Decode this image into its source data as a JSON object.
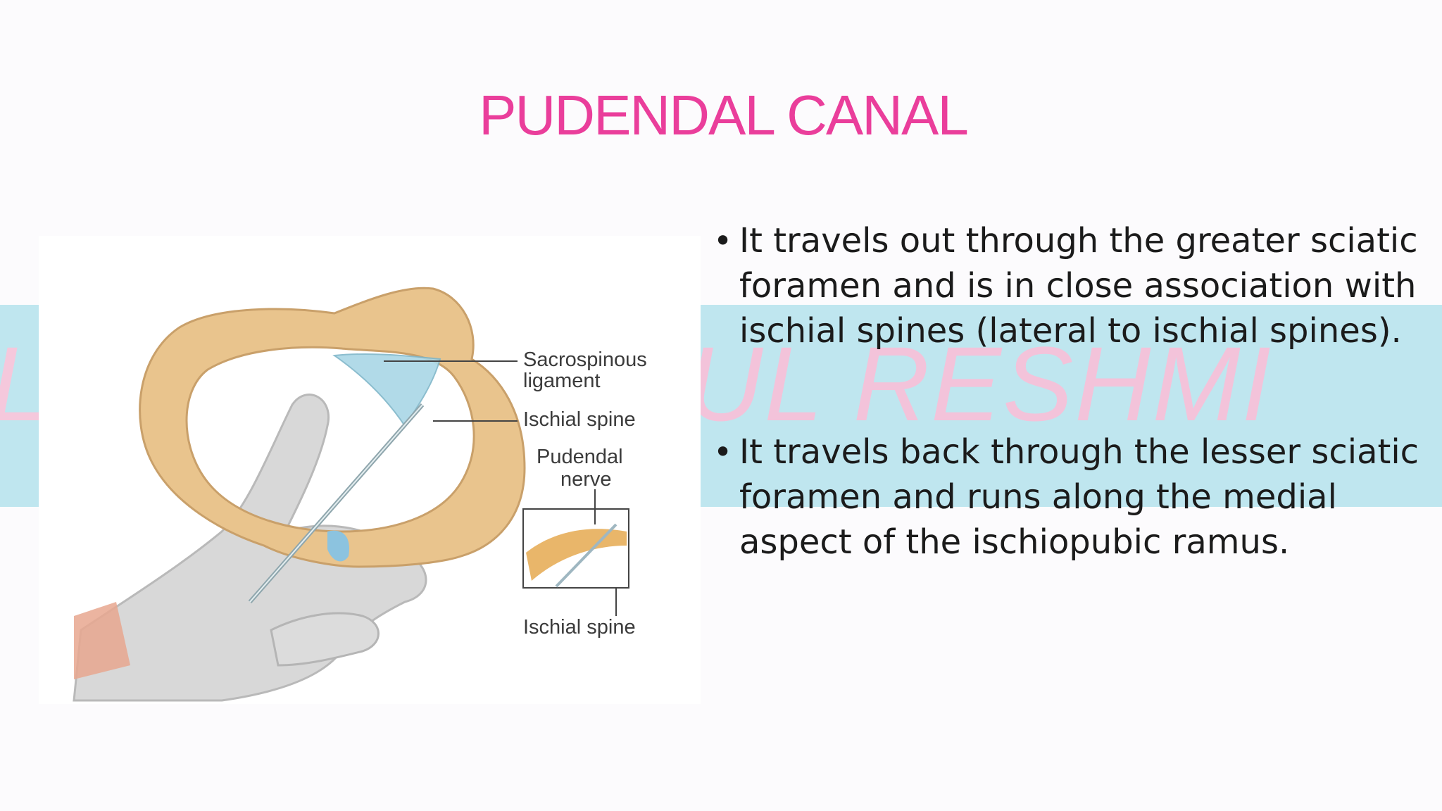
{
  "slide": {
    "title": "PUDENDAL CANAL",
    "watermark": "DR VIPUL RESHMI",
    "watermark_left_fragment": "L",
    "watermark_right_fragment": "UL RESHMI"
  },
  "figure": {
    "labels": {
      "sacrospinous": "Sacrospinous",
      "ligament": "ligament",
      "ischial_spine_top": "Ischial spine",
      "pudendal": "Pudendal",
      "nerve": "nerve",
      "ischial_spine_bottom": "Ischial spine"
    }
  },
  "bullets": [
    {
      "text": "It travels out through the greater sciatic foramen and is in close association with ischial spines (lateral to ischial spines)."
    },
    {
      "text": "It travels back through the lesser sciatic foramen and runs along the medial aspect of the ischiopubic ramus."
    }
  ],
  "colors": {
    "title": "#ea3e9b",
    "band": "#bfe6ef",
    "watermark": "#f3c3da",
    "bone": "#e8c38a",
    "glove": "#d6d6d6",
    "ligament": "#a9d7e6"
  }
}
